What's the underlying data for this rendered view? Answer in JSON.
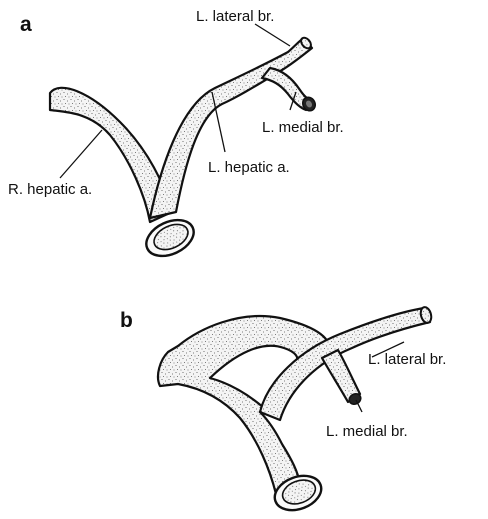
{
  "panels": [
    {
      "id": "a",
      "letter": "a",
      "labels": {
        "lateral": "L. lateral br.",
        "medial": "L. medial br.",
        "left_hepatic": "L. hepatic a.",
        "right_hepatic": "R. hepatic a."
      }
    },
    {
      "id": "b",
      "letter": "b",
      "labels": {
        "lateral": "L. lateral br.",
        "medial": "L. medial br."
      }
    }
  ],
  "colors": {
    "ink": "#111111",
    "vessel_fill": "#f3f3f3",
    "stipple": "#444444",
    "background": "#ffffff"
  }
}
